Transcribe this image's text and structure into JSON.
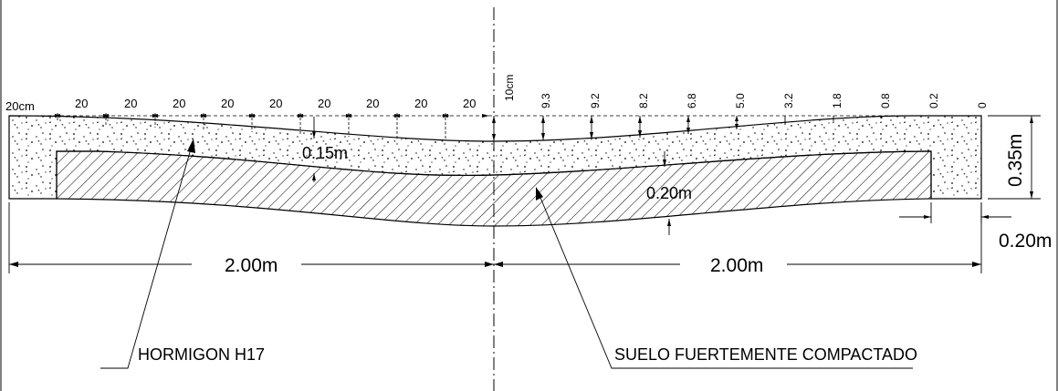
{
  "top_dimensions": {
    "left_first": "20cm",
    "left_segments": [
      "20",
      "20",
      "20",
      "20",
      "20",
      "20",
      "20",
      "20",
      "20"
    ],
    "center": "10cm",
    "right_offsets": [
      "9.3",
      "9.2",
      "8.2",
      "6.8",
      "5.0",
      "3.2",
      "1.8",
      "0.8",
      "0.2",
      "0"
    ]
  },
  "labels": {
    "concrete_thickness": "0.15m",
    "soil_thickness": "0.20m",
    "total_height": "0.35m",
    "edge_width": "0.20m",
    "left_span": "2.00m",
    "right_span": "2.00m",
    "concrete": "HORMIGON  H17",
    "soil": "SUELO FUERTEMENTE COMPACTADO"
  }
}
